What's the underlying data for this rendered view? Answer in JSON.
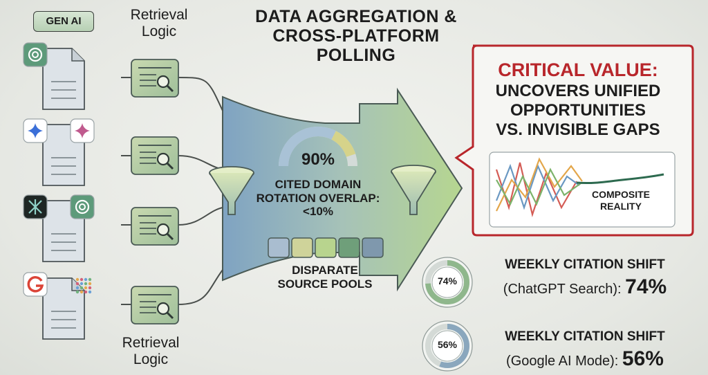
{
  "header": {
    "badge": "GEN AI",
    "retrieval_top": "Retrieval\nLogic",
    "retrieval_bottom": "Retrieval\nLogic",
    "title_line1": "DATA AGGREGATION &",
    "title_line2": "CROSS-PLATFORM",
    "title_line3": "POLLING"
  },
  "sources": [
    {
      "icons": [
        "chatgpt-logo-icon"
      ]
    },
    {
      "icons": [
        "gemini-star-icon",
        "gemini-color-icon"
      ]
    },
    {
      "icons": [
        "perplexity-logo-icon",
        "chatgpt-logo-icon"
      ]
    },
    {
      "icons": [
        "google-g-icon",
        "google-ai-dots-icon"
      ]
    }
  ],
  "center": {
    "gauge_value": "90%",
    "gauge_fraction": 0.9,
    "cited_line1": "CITED DOMAIN",
    "cited_line2": "ROTATION OVERLAP:",
    "cited_line3": "<10%",
    "pool_label_line1": "DISPARATE",
    "pool_label_line2": "SOURCE POOLS",
    "pool_colors": [
      "#a9bdd0",
      "#cfd39a",
      "#b8d48e",
      "#6f9f7a",
      "#7f98ad"
    ]
  },
  "critical": {
    "heading": "CRITICAL VALUE:",
    "line1": "UNCOVERS UNIFIED",
    "line2": "OPPORTUNITIES",
    "line3": "VS. INVISIBLE GAPS",
    "chart_label_line1": "COMPOSITE",
    "chart_label_line2": "REALITY"
  },
  "shifts": [
    {
      "ring_label": "74%",
      "fraction": 0.74,
      "title": "WEEKLY CITATION SHIFT",
      "source": "(ChatGPT Search): ",
      "value": "74%"
    },
    {
      "ring_label": "56%",
      "fraction": 0.56,
      "title": "WEEKLY CITATION SHIFT",
      "source": "(Google AI Mode): ",
      "value": "56%"
    }
  ],
  "colors": {
    "accent_red": "#b8262b",
    "arrow_blue": "#8fb0c8",
    "arrow_green": "#b9d596",
    "doc_fill": "#dfe5ea",
    "ring_green": "#8fb78c",
    "ring_blue": "#8aa7bd"
  }
}
